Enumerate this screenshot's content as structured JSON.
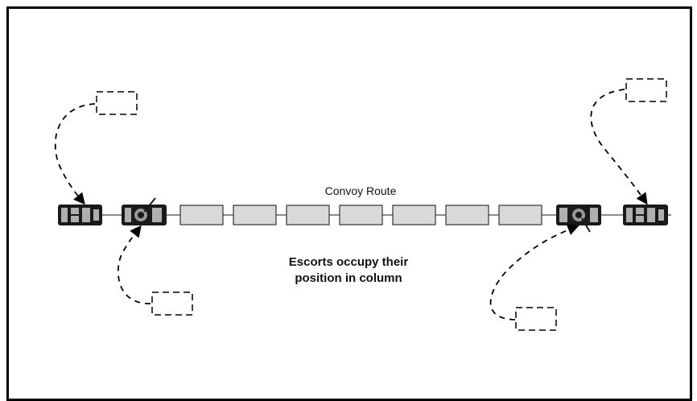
{
  "labels": {
    "route": "Convoy Route",
    "caption_line1": "Escorts occupy their",
    "caption_line2": "position in column"
  },
  "colors": {
    "frame": "#000000",
    "route_line": "#666666",
    "convoy_vehicle_fill": "#d9d9d9",
    "convoy_vehicle_stroke": "#333333",
    "escort_vehicle": "#1a1a1a",
    "arrow": "#000000"
  },
  "convoy_vehicles_count": 7,
  "escort_vehicles": [
    {
      "name": "lead-front-escort",
      "icon": "armored-vehicle-icon"
    },
    {
      "name": "lead-rear-escort",
      "icon": "armored-turret-vehicle-icon"
    },
    {
      "name": "trail-front-escort",
      "icon": "armored-turret-vehicle-icon"
    },
    {
      "name": "trail-rear-escort",
      "icon": "armored-vehicle-icon"
    }
  ]
}
